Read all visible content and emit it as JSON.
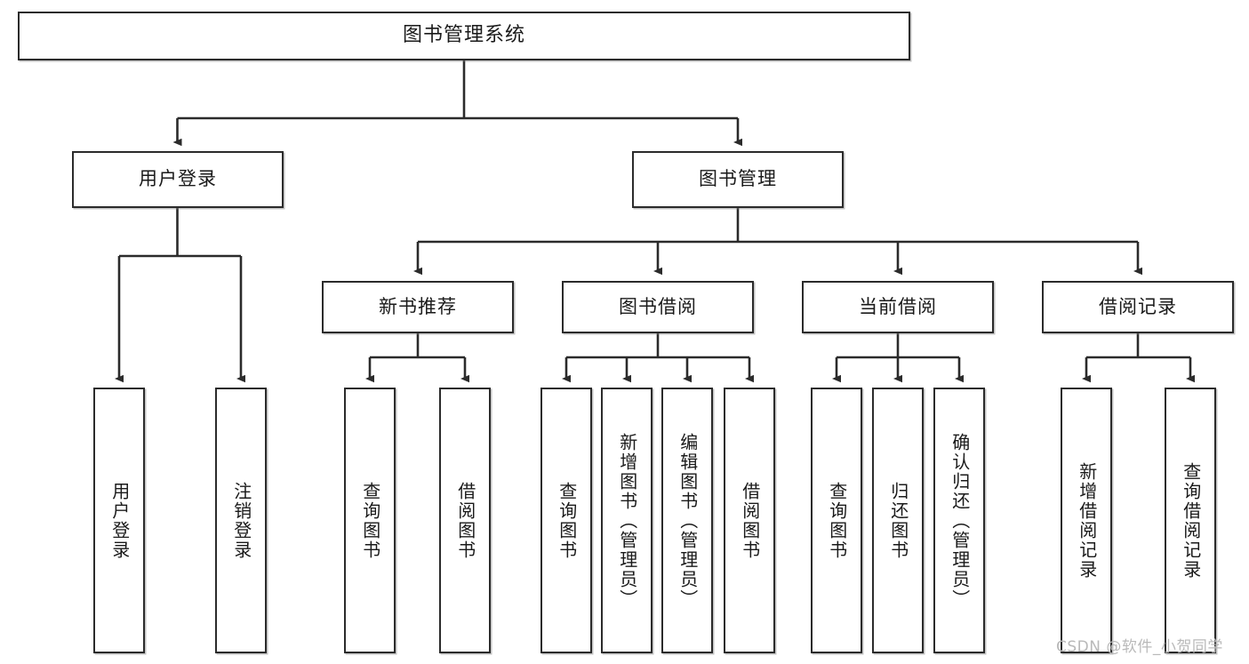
{
  "diagram": {
    "title": "图书管理系统",
    "type": "tree",
    "orientation": "top-down",
    "colors": {
      "box_border": "#2b2b2b",
      "box_fill": "#ffffff",
      "connector": "#2b2b2b",
      "background": "#ffffff",
      "watermark": "#b9b9b9"
    },
    "nodes": {
      "root": {
        "label": "图书管理系统",
        "level": 1
      },
      "l2": [
        {
          "id": "user-login",
          "label": "用户登录",
          "level": 2
        },
        {
          "id": "book-manage",
          "label": "图书管理",
          "level": 2
        }
      ],
      "l3": [
        {
          "id": "new-book-recommend",
          "label": "新书推荐",
          "level": 3,
          "parent": "book-manage"
        },
        {
          "id": "book-borrow",
          "label": "图书借阅",
          "level": 3,
          "parent": "book-manage"
        },
        {
          "id": "current-borrow",
          "label": "当前借阅",
          "level": 3,
          "parent": "book-manage"
        },
        {
          "id": "borrow-record",
          "label": "借阅记录",
          "level": 3,
          "parent": "book-manage"
        }
      ],
      "leaves": [
        {
          "id": "leaf-user-login",
          "label": "用户登录",
          "parent": "user-login"
        },
        {
          "id": "leaf-logout",
          "label": "注销登录",
          "parent": "user-login"
        },
        {
          "id": "leaf-query-book-1",
          "label": "查询图书",
          "parent": "new-book-recommend"
        },
        {
          "id": "leaf-borrow-book-1",
          "label": "借阅图书",
          "parent": "new-book-recommend"
        },
        {
          "id": "leaf-query-book-2",
          "label": "查询图书",
          "parent": "book-borrow"
        },
        {
          "id": "leaf-add-book",
          "label": "新增图书（管理员）",
          "parent": "book-borrow"
        },
        {
          "id": "leaf-edit-book",
          "label": "编辑图书（管理员）",
          "parent": "book-borrow"
        },
        {
          "id": "leaf-borrow-book-2",
          "label": "借阅图书",
          "parent": "book-borrow"
        },
        {
          "id": "leaf-query-book-3",
          "label": "查询图书",
          "parent": "current-borrow"
        },
        {
          "id": "leaf-return-book",
          "label": "归还图书",
          "parent": "current-borrow"
        },
        {
          "id": "leaf-confirm-return",
          "label": "确认归还（管理员）",
          "parent": "current-borrow"
        },
        {
          "id": "leaf-add-record",
          "label": "新增借阅记录",
          "parent": "borrow-record"
        },
        {
          "id": "leaf-query-record",
          "label": "查询借阅记录",
          "parent": "borrow-record"
        }
      ]
    },
    "watermark": "CSDN @软件_小贺同学"
  }
}
